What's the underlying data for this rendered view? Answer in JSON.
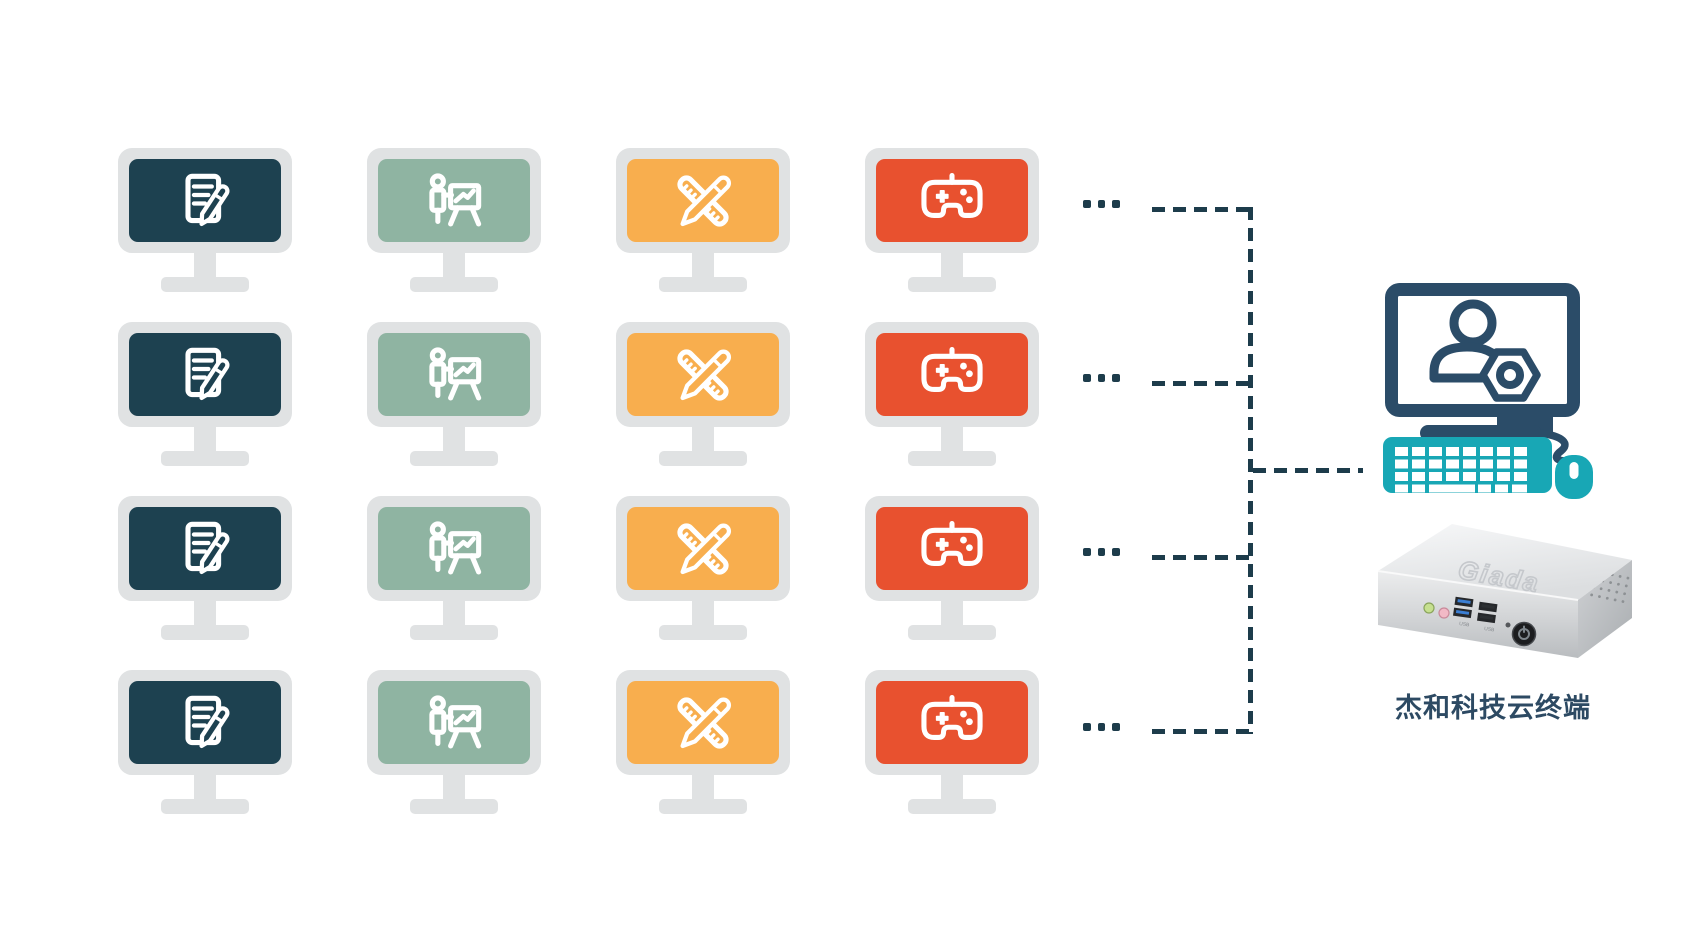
{
  "page": {
    "background": "#ffffff"
  },
  "client_grid": {
    "rows": 4,
    "row_ellipsis": "...",
    "monitor_frame_color": "#e0e2e3",
    "columns": [
      {
        "name": "document-editing",
        "icon": "document-edit-icon",
        "screen_color": "#1d4150"
      },
      {
        "name": "presentation",
        "icon": "presentation-icon",
        "screen_color": "#8fb4a2"
      },
      {
        "name": "design-drafting",
        "icon": "ruler-pencil-icon",
        "screen_color": "#f8ae4e"
      },
      {
        "name": "gaming",
        "icon": "gamepad-icon",
        "screen_color": "#e8512f"
      }
    ]
  },
  "connectors": {
    "style": "dashed",
    "color": "#1d3c4b"
  },
  "host": {
    "workstation_icon": "admin-computer-icon",
    "monitor_color": "#2b4c68",
    "keyboard_mouse_color": "#18a7b5",
    "device_logo": "Giada",
    "device_port_labels": [
      "USB",
      "USB"
    ],
    "caption": "杰和科技云终端",
    "caption_color": "#2d4a63"
  }
}
